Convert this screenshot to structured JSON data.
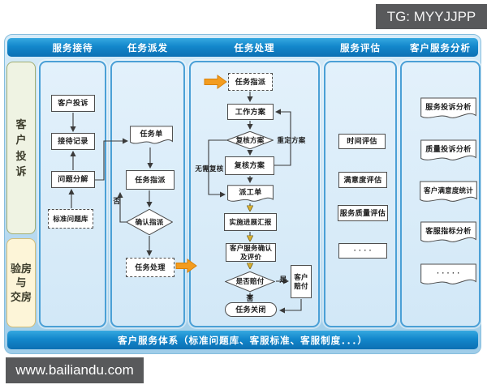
{
  "watermarks": {
    "tg_label": "TG: MYYJJPP",
    "site_label": "www.bailiandu.com"
  },
  "header": {
    "columns": [
      "服务接待",
      "任务派发",
      "任务处理",
      "服务评估",
      "客户服务分析"
    ]
  },
  "side_labels": {
    "customer_complaint": "客\n户\n投\n诉",
    "inspection_delivery": "验房\n与\n交房"
  },
  "footer": {
    "label": "客户服务体系（标准问题库、客服标准、客服制度．．．）"
  },
  "colors": {
    "bar_blue": "#1387cb",
    "panel_blue": "#bcdcf1",
    "column_border_blue": "#4ba0d6",
    "orange_arrow": "#f39c1f",
    "gold_arrowhead": "#d8b02f",
    "watermark_gray": "#58595b"
  },
  "flowchart": {
    "nodes": {
      "customer_complaint": "客户投诉",
      "reception_record": "接待记录",
      "problem_decompose": "问题分解",
      "standard_problem_lib": "标准问题库",
      "task_sheet": "任务单",
      "task_assign_dispatch": "任务指派",
      "confirm_assign": "确认指派",
      "task_handle": "任务处理",
      "task_assign_handle": "任务指派",
      "work_plan": "工作方案",
      "review_plan_decision": "复核方案",
      "review_plan": "复核方案",
      "dispatch_sheet": "派工单",
      "progress_report": "实施进展汇报",
      "service_confirm": "客户服务确认\n及评价",
      "compensate_decision": "是否赔付",
      "customer_compensate": "客户\n赔付",
      "task_close": "任务关闭",
      "time_eval": "时间评估",
      "satisfaction_eval": "满意度评估",
      "quality_eval": "服务质量评估",
      "more_eval": "· · · ·",
      "complaint_analysis": "服务投诉分析",
      "quality_complaint_analysis": "质量投诉分析",
      "satisfaction_stats": "客户满意度统计",
      "service_index_analysis": "客服指标分析",
      "more_analysis": "· · · · ·"
    },
    "edge_labels": {
      "no_assign": "否",
      "redefine_plan": "重定方案",
      "no_review_needed": "无需复核",
      "yes_compensate": "是",
      "no_compensate": "否"
    }
  }
}
